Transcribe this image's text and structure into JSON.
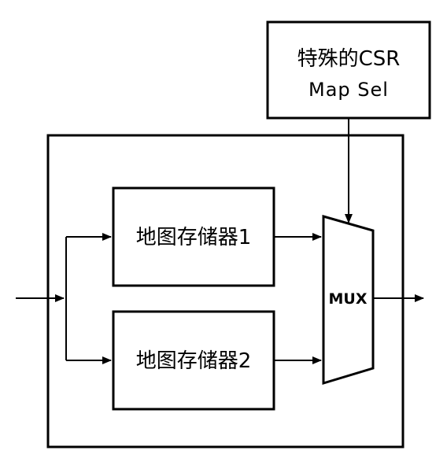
{
  "csr_block": {
    "line1": "特殊的CSR",
    "line2": "Map Sel"
  },
  "memory_1": {
    "label": "地图存储器1"
  },
  "memory_2": {
    "label": "地图存储器2"
  },
  "mux": {
    "label": "MUX"
  },
  "colors": {
    "stroke": "#000000",
    "background": "#ffffff"
  }
}
